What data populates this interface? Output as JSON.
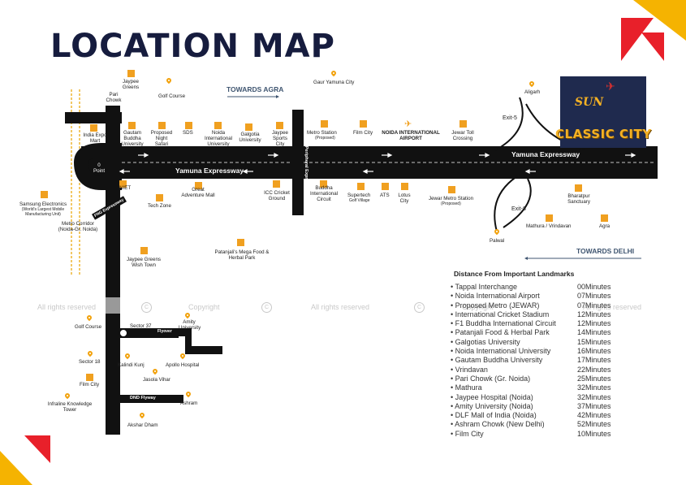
{
  "title": "LOCATION MAP",
  "colors": {
    "title": "#161c3e",
    "road": "#111111",
    "accent_red": "#e8202a",
    "accent_yellow": "#f5b301",
    "icon": "#f0a020"
  },
  "roads": {
    "yamuna_upper": "Yamuna Expressway",
    "yamuna_lower": "Yamuna Expressway",
    "eastern_peripheral": "Eastern Peripheral Expressway",
    "fng": "FNG Expressway",
    "flyover": "Flyover",
    "dnd": "DND Flyway"
  },
  "directions": {
    "towards_agra": "TOWARDS AGRA",
    "towards_delhi": "TOWARDS DELHI"
  },
  "exits": {
    "exit5": "Exit-5",
    "exit8": "Exit-8"
  },
  "places": {
    "jaypee_greens": "Jaypee Greens",
    "golf_course_top": "Golf Course",
    "pari_chowk": "Pari Chowk",
    "gaur_yamuna": "Gaur Yamuna City",
    "india_expo": "India Expo Mart",
    "gautam_buddha": "Gautam Buddha University",
    "night_safari": "Proposed Night Safari",
    "sds": "SDS",
    "noida_intl_univ": "Noida International University",
    "galgotia": "Galgotia University",
    "jaypee_sports": "Jaypee Sports City",
    "metro_station": "Metro Station",
    "metro_station_sub": "(Proposed)",
    "film_city_top": "Film City",
    "noida_airport": "NOIDA INTERNATIONAL AIRPORT",
    "jewar_toll": "Jewar Toll Crossing",
    "aligarh": "Aligarh",
    "zero_point": "0 Point",
    "niet": "NIET",
    "great_adventure": "Great Adventure Mall",
    "icc_cricket": "ICC Cricket Ground",
    "buddha_circuit": "Buddha International Circuit",
    "supertech": "Supertech",
    "supertech_sub": "Golf Village",
    "ats": "ATS",
    "lotus_city": "Lotus City",
    "jewar_metro": "Jewar Metro Station",
    "jewar_metro_sub": "(Proposed)",
    "bharatpur": "Bharatpur Sanctuary",
    "mathura_vrindavan": "Mathura / Vrindavan",
    "agra": "Agra",
    "palwal": "Palwal",
    "samsung": "Samsung Electronics",
    "samsung_sub": "(World's Largest Mobile Manufacturing Unit)",
    "metro_corridor": "Metro Corridor (Noida-Gr. Noida)",
    "tech_zone": "Tech Zone",
    "patanjali": "Patanjali's Mega Food & Herbal Park",
    "jaypee_wish": "Jaypee Greens Wish Town",
    "golf_course_left": "Golf Course",
    "sector37": "Sector 37",
    "amity": "Amity University",
    "sector18": "Sector 18",
    "kalindi": "Kalindi Kunj",
    "apollo": "Apollo Hospital",
    "jasola": "Jasola Vihar",
    "film_city_left": "Film City",
    "ashram": "Ashram",
    "infraline": "Infraline Knowledge Tower",
    "akshar_dham": "Akshar Dham"
  },
  "logo": {
    "line1": "SUN",
    "line2": "CLASSIC CITY"
  },
  "watermark": {
    "reserved": "All rights reserved",
    "copyright": "Copyright",
    "symbol": "C"
  },
  "distance": {
    "heading": "Distance From Important Landmarks",
    "items": [
      {
        "name": "Tappal Interchange",
        "value": "00Minutes"
      },
      {
        "name": "Noida International Airport",
        "value": "07Minutes"
      },
      {
        "name": "Proposed Metro (JEWAR)",
        "value": "07Minutes"
      },
      {
        "name": "International Cricket Stadium",
        "value": "12Minutes"
      },
      {
        "name": "F1 Buddha International Circuit",
        "value": "12Minutes"
      },
      {
        "name": "Patanjali Food & Herbal Park",
        "value": "14Minutes"
      },
      {
        "name": "Galgotias University",
        "value": "15Minutes"
      },
      {
        "name": "Noida International University",
        "value": "16Minutes"
      },
      {
        "name": "Gautam Buddha University",
        "value": "17Minutes"
      },
      {
        "name": "Vrindavan",
        "value": "22Minutes"
      },
      {
        "name": "Pari Chowk (Gr. Noida)",
        "value": "25Minutes"
      },
      {
        "name": "Mathura",
        "value": "32Minutes"
      },
      {
        "name": "Jaypee Hospital (Noida)",
        "value": "32Minutes"
      },
      {
        "name": "Amity University (Noida)",
        "value": "37Minutes"
      },
      {
        "name": "DLF Mall of India (Noida)",
        "value": "42Minutes"
      },
      {
        "name": "Ashram Chowk (New Delhi)",
        "value": "52Minutes"
      },
      {
        "name": "Film City",
        "value": "10Minutes"
      }
    ]
  }
}
